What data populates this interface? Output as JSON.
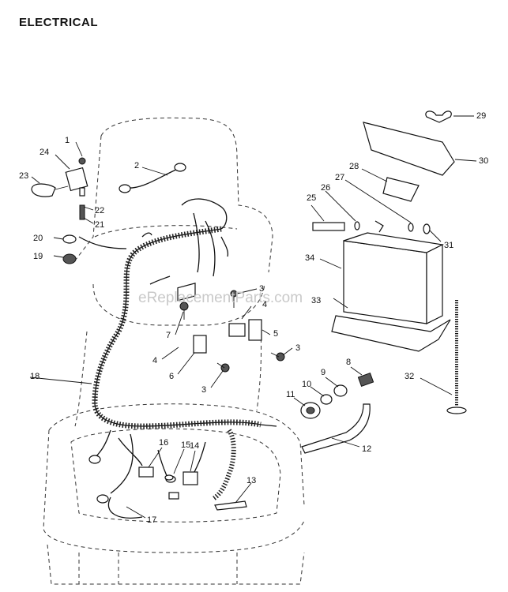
{
  "title": "ELECTRICAL",
  "watermark": "eReplacementParts.com",
  "callouts": [
    {
      "label": "1"
    },
    {
      "label": "2"
    },
    {
      "label": "3"
    },
    {
      "label": "3"
    },
    {
      "label": "3"
    },
    {
      "label": "3"
    },
    {
      "label": "4"
    },
    {
      "label": "4"
    },
    {
      "label": "5"
    },
    {
      "label": "6"
    },
    {
      "label": "7"
    },
    {
      "label": "8"
    },
    {
      "label": "9"
    },
    {
      "label": "10"
    },
    {
      "label": "11"
    },
    {
      "label": "12"
    },
    {
      "label": "13"
    },
    {
      "label": "14"
    },
    {
      "label": "15"
    },
    {
      "label": "16"
    },
    {
      "label": "17"
    },
    {
      "label": "18"
    },
    {
      "label": "19"
    },
    {
      "label": "20"
    },
    {
      "label": "21"
    },
    {
      "label": "22"
    },
    {
      "label": "23"
    },
    {
      "label": "24"
    },
    {
      "label": "25"
    },
    {
      "label": "26"
    },
    {
      "label": "27"
    },
    {
      "label": "28"
    },
    {
      "label": "29"
    },
    {
      "label": "30"
    },
    {
      "label": "31"
    },
    {
      "label": "32"
    },
    {
      "label": "33"
    },
    {
      "label": "34"
    }
  ]
}
